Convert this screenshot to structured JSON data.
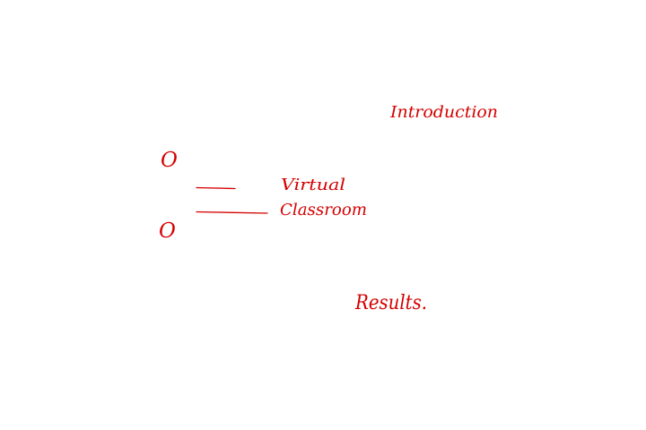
{
  "ink_color": "#d40000",
  "notes": {
    "heading_introduction": "Introduction",
    "marker_top": "O",
    "marker_bottom": "O",
    "topic_line1": "Virtual",
    "topic_line2": "Classroom",
    "heading_results": "Results."
  }
}
